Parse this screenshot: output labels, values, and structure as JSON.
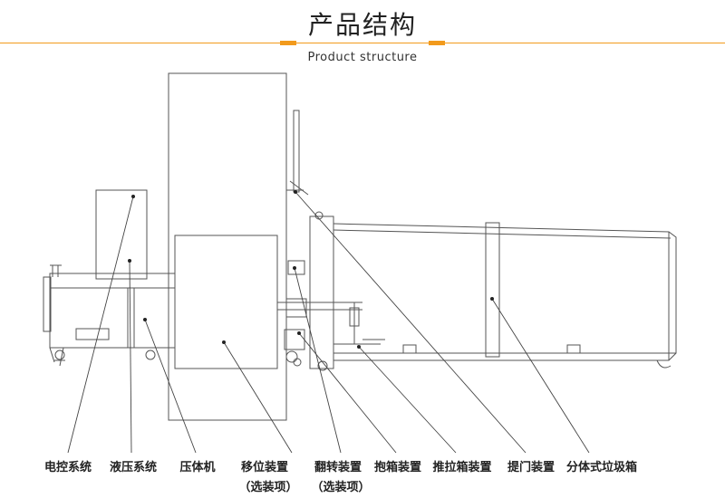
{
  "header": {
    "title": "产品结构",
    "subtitle": "Product structure",
    "accent_color": "#f29a1c"
  },
  "labels": [
    {
      "id": "electric-control",
      "text": "电控系统"
    },
    {
      "id": "hydraulic",
      "text": "液压系统"
    },
    {
      "id": "compressor",
      "text": "压体机"
    },
    {
      "id": "shift-device",
      "text": "移位装置",
      "note": "（选装项）"
    },
    {
      "id": "tipping-device",
      "text": "翻转装置",
      "note": "（选装项）"
    },
    {
      "id": "box-hold-device",
      "text": "抱箱装置"
    },
    {
      "id": "box-push-device",
      "text": "推拉箱装置"
    },
    {
      "id": "door-lift-device",
      "text": "提门装置"
    },
    {
      "id": "split-container",
      "text": "分体式垃圾箱"
    }
  ]
}
